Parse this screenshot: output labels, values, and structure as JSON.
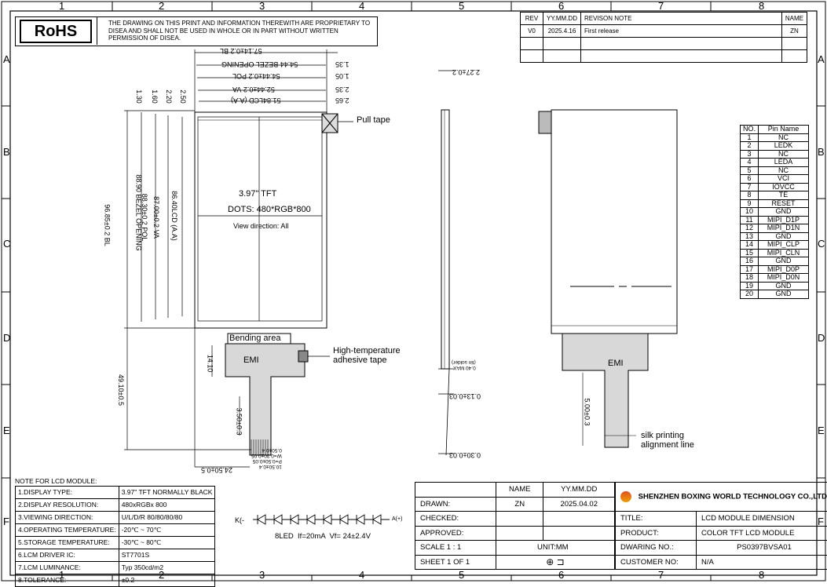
{
  "zones": {
    "top": [
      "1",
      "2",
      "3",
      "4",
      "5",
      "6",
      "7",
      "8"
    ],
    "side": [
      "A",
      "B",
      "C",
      "D",
      "E",
      "F"
    ]
  },
  "rohs": "RoHS",
  "proprietary": "THE DRAWING ON THIS PRINT AND INFORMATION THEREWITH ARE PROPRIETARY TO DISEA AND SHALL NOT BE USED IN WHOLE OR IN PART WITHOUT WRITTEN PERMISSION OF DISEA.",
  "revision": {
    "headers": [
      "REV",
      "YY.MM.DD",
      "REVISON NOTE",
      "NAME"
    ],
    "rows": [
      [
        "V0",
        "2025.4.16",
        "First release",
        "ZN"
      ]
    ]
  },
  "front": {
    "dims_top": [
      "57.14±0.2 BL",
      "54.44 BEZEL OPENING",
      "54.44±0.2 POL",
      "52.44±0.2 VA",
      "51.84LCD (A.A)"
    ],
    "offsets_top": [
      "1.35",
      "1.05",
      "2.35",
      "2.65"
    ],
    "offsets_left": [
      "1.30",
      "1.60",
      "2.20",
      "2.50"
    ],
    "dims_left": [
      "96.85±0.2 BL",
      "88.90 BEZEL OPENING",
      "88.30±0.2 POL",
      "87.00±0.2 VA",
      "86.40LCD (A.A)"
    ],
    "size": "3.97\" TFT",
    "dots": "DOTS: 480*RGB*800",
    "view": "View direction: All",
    "pull_tape": "Pull tape",
    "bending": "Bending area",
    "emi": "EMI",
    "high_temp": "High-temperature\nadhesive tape",
    "fpc_len": "49.10±0.5",
    "fpc_w1": "14.10",
    "fpc_w2": "3.50±0.3",
    "pitch": [
      "10.50±0.4",
      "P=0.50±0.05",
      "W=0.30±0.05",
      "0.50±0.4"
    ],
    "fpc_offset": "24.50±0.5"
  },
  "side": {
    "thick": "2.27±0.2",
    "max": "0.40 MAX\n(tin solder)",
    "t1": "0.13±0.03",
    "t2": "0.30±0.03"
  },
  "back": {
    "emi": "EMI",
    "dim": "5.00±0.3",
    "silk": "silk printing\nalignment line"
  },
  "pins": {
    "headers": [
      "NO.",
      "Pin Name"
    ],
    "rows": [
      [
        "1",
        "NC"
      ],
      [
        "2",
        "LEDK"
      ],
      [
        "3",
        "NC"
      ],
      [
        "4",
        "LEDA"
      ],
      [
        "5",
        "NC"
      ],
      [
        "6",
        "VCI"
      ],
      [
        "7",
        "IOVCC"
      ],
      [
        "8",
        "TE"
      ],
      [
        "9",
        "RESET"
      ],
      [
        "10",
        "GND"
      ],
      [
        "11",
        "MIPI_D1P"
      ],
      [
        "12",
        "MIPI_D1N"
      ],
      [
        "13",
        "GND"
      ],
      [
        "14",
        "MIPI_CLP"
      ],
      [
        "15",
        "MIPI_CLN"
      ],
      [
        "16",
        "GND"
      ],
      [
        "17",
        "MIPI_D0P"
      ],
      [
        "18",
        "MIPI_D0N"
      ],
      [
        "19",
        "GND"
      ],
      [
        "20",
        "GND"
      ]
    ]
  },
  "notes": {
    "title": "NOTE FOR LCD MODULE:",
    "rows": [
      [
        "1.DISPLAY TYPE:",
        "3.97\" TFT NORMALLY BLACK"
      ],
      [
        "2.DISPLAY RESOLUTION:",
        "480xRGBx 800"
      ],
      [
        "3.VIEWING DIRECTION:",
        "U/L/D/R 80/80/80/80"
      ],
      [
        "4.OPERATING TEMPERATURE:",
        "-20℃ ~ 70℃"
      ],
      [
        "5.STORAGE TEMPERATURE:",
        "-30℃ ~ 80℃"
      ],
      [
        "6.LCM DRIVER IC:",
        "ST7701S"
      ],
      [
        "7.LCM LUMINANCE:",
        "Typ 350cd/m2"
      ],
      [
        "8.TOLERANCE:",
        "±0.2"
      ]
    ]
  },
  "led": {
    "k": "K(-",
    "a": "A(+)",
    "spec": "8LED  If=20mA  Vf= 24±2.4V"
  },
  "titleblock": {
    "name_h": "NAME",
    "date_h": "YY.MM.DD",
    "drawn": "DRAWN:",
    "drawn_name": "ZN",
    "drawn_date": "2025.04.02",
    "checked": "CHECKED:",
    "approved": "APPROVED:",
    "scale": "SCALE 1 : 1",
    "unit": "UNIT:MM",
    "sheet": "SHEET 1 OF 1",
    "company": "SHENZHEN BOXING WORLD TECHNOLOGY CO.,LTD",
    "title_l": "TITLE:",
    "title_v": "LCD MODULE DIMENSION",
    "product_l": "PRODUCT:",
    "product_v": "COLOR TFT LCD MODULE",
    "dwg_l": "DWARING NO.:",
    "dwg_v": "PS0397BVSA01",
    "cust_l": "CUSTOMER NO:",
    "cust_v": "N/A"
  }
}
